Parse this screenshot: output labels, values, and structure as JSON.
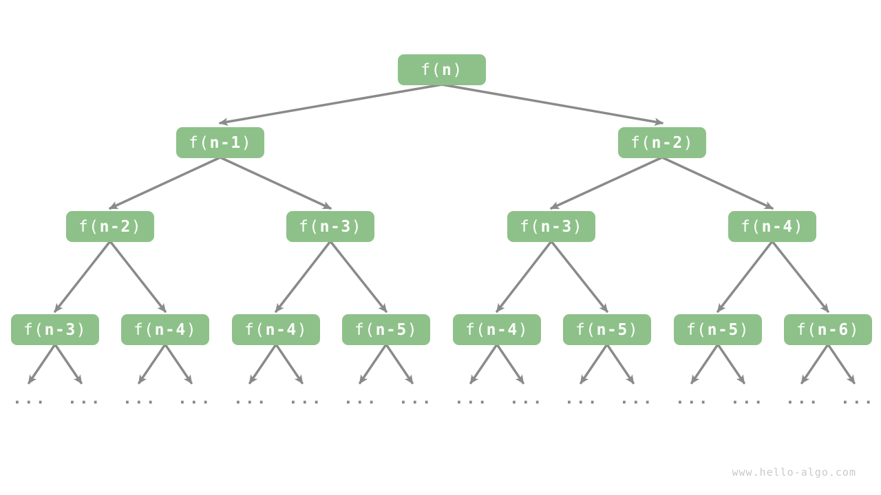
{
  "page": {
    "watermark": "www.hello-algo.com"
  },
  "tree": {
    "node_prefix": "f(",
    "node_suffix": ")",
    "levels": [
      [
        "n"
      ],
      [
        "n-1",
        "n-2"
      ],
      [
        "n-2",
        "n-3",
        "n-3",
        "n-4"
      ],
      [
        "n-3",
        "n-4",
        "n-4",
        "n-5",
        "n-4",
        "n-5",
        "n-5",
        "n-6"
      ]
    ],
    "ellipsis": "...",
    "colors": {
      "node_fill": "#8dc189",
      "node_text": "#ffffff",
      "edge": "#8a8a8a",
      "ellipsis_text": "#8a8a8a",
      "watermark_text": "#c9c9c9",
      "background": "#ffffff"
    }
  }
}
